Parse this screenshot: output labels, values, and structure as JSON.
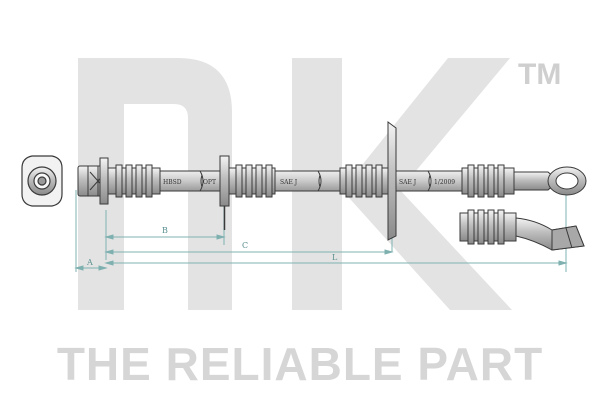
{
  "brand": {
    "logo_text": "nk",
    "trademark": "TM",
    "tagline": "THE RELIABLE PART"
  },
  "hose_labels": {
    "label1": "HBSD",
    "label2": "OPT",
    "label3": "SAE J",
    "label4": "SAE J",
    "label5": "1/2009"
  },
  "dimensions": {
    "a": "A",
    "b": "B",
    "c": "C",
    "l": "L"
  },
  "colors": {
    "line": "#3a3a3a",
    "dimension": "#7fb0b0",
    "watermark": "#e3e3e3"
  }
}
